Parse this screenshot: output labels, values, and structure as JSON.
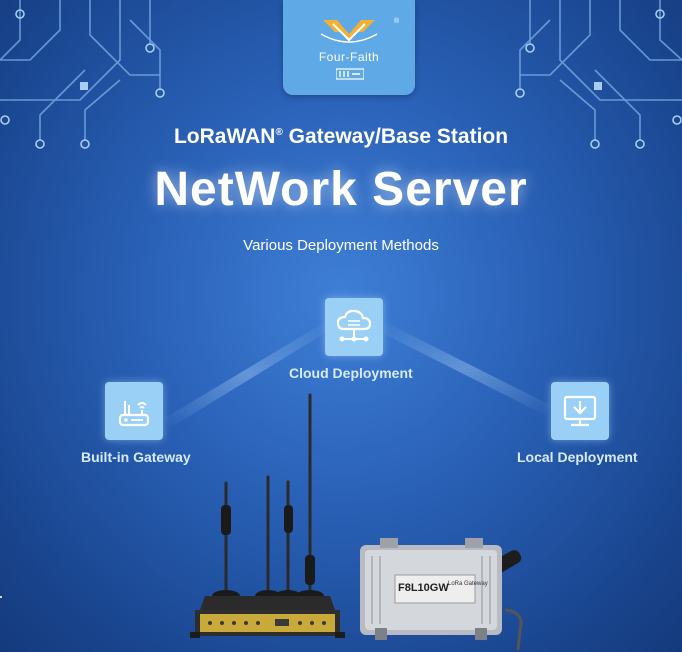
{
  "brand": {
    "name": "Four-Faith",
    "registered": "®"
  },
  "header": {
    "subtitle": "LoRaWAN",
    "subtitle_mark": "®",
    "subtitle_rest": " Gateway/Base Station",
    "title": "NetWork Server",
    "tagline": "Various Deployment Methods"
  },
  "deployment": [
    {
      "label": "Cloud Deployment",
      "icon": "cloud-network-icon"
    },
    {
      "label": "Built-in Gateway",
      "icon": "router-icon"
    },
    {
      "label": "Local Deployment",
      "icon": "download-monitor-icon"
    }
  ],
  "products": {
    "outdoor_gateway_model": "F8L10GW",
    "outdoor_gateway_label": "LoRa Gateway"
  },
  "colors": {
    "background": "#2a62b8",
    "logo_box": "#5fa9e6",
    "icon_tile": "#9bd0f6",
    "label_text": "#d6ebff"
  }
}
